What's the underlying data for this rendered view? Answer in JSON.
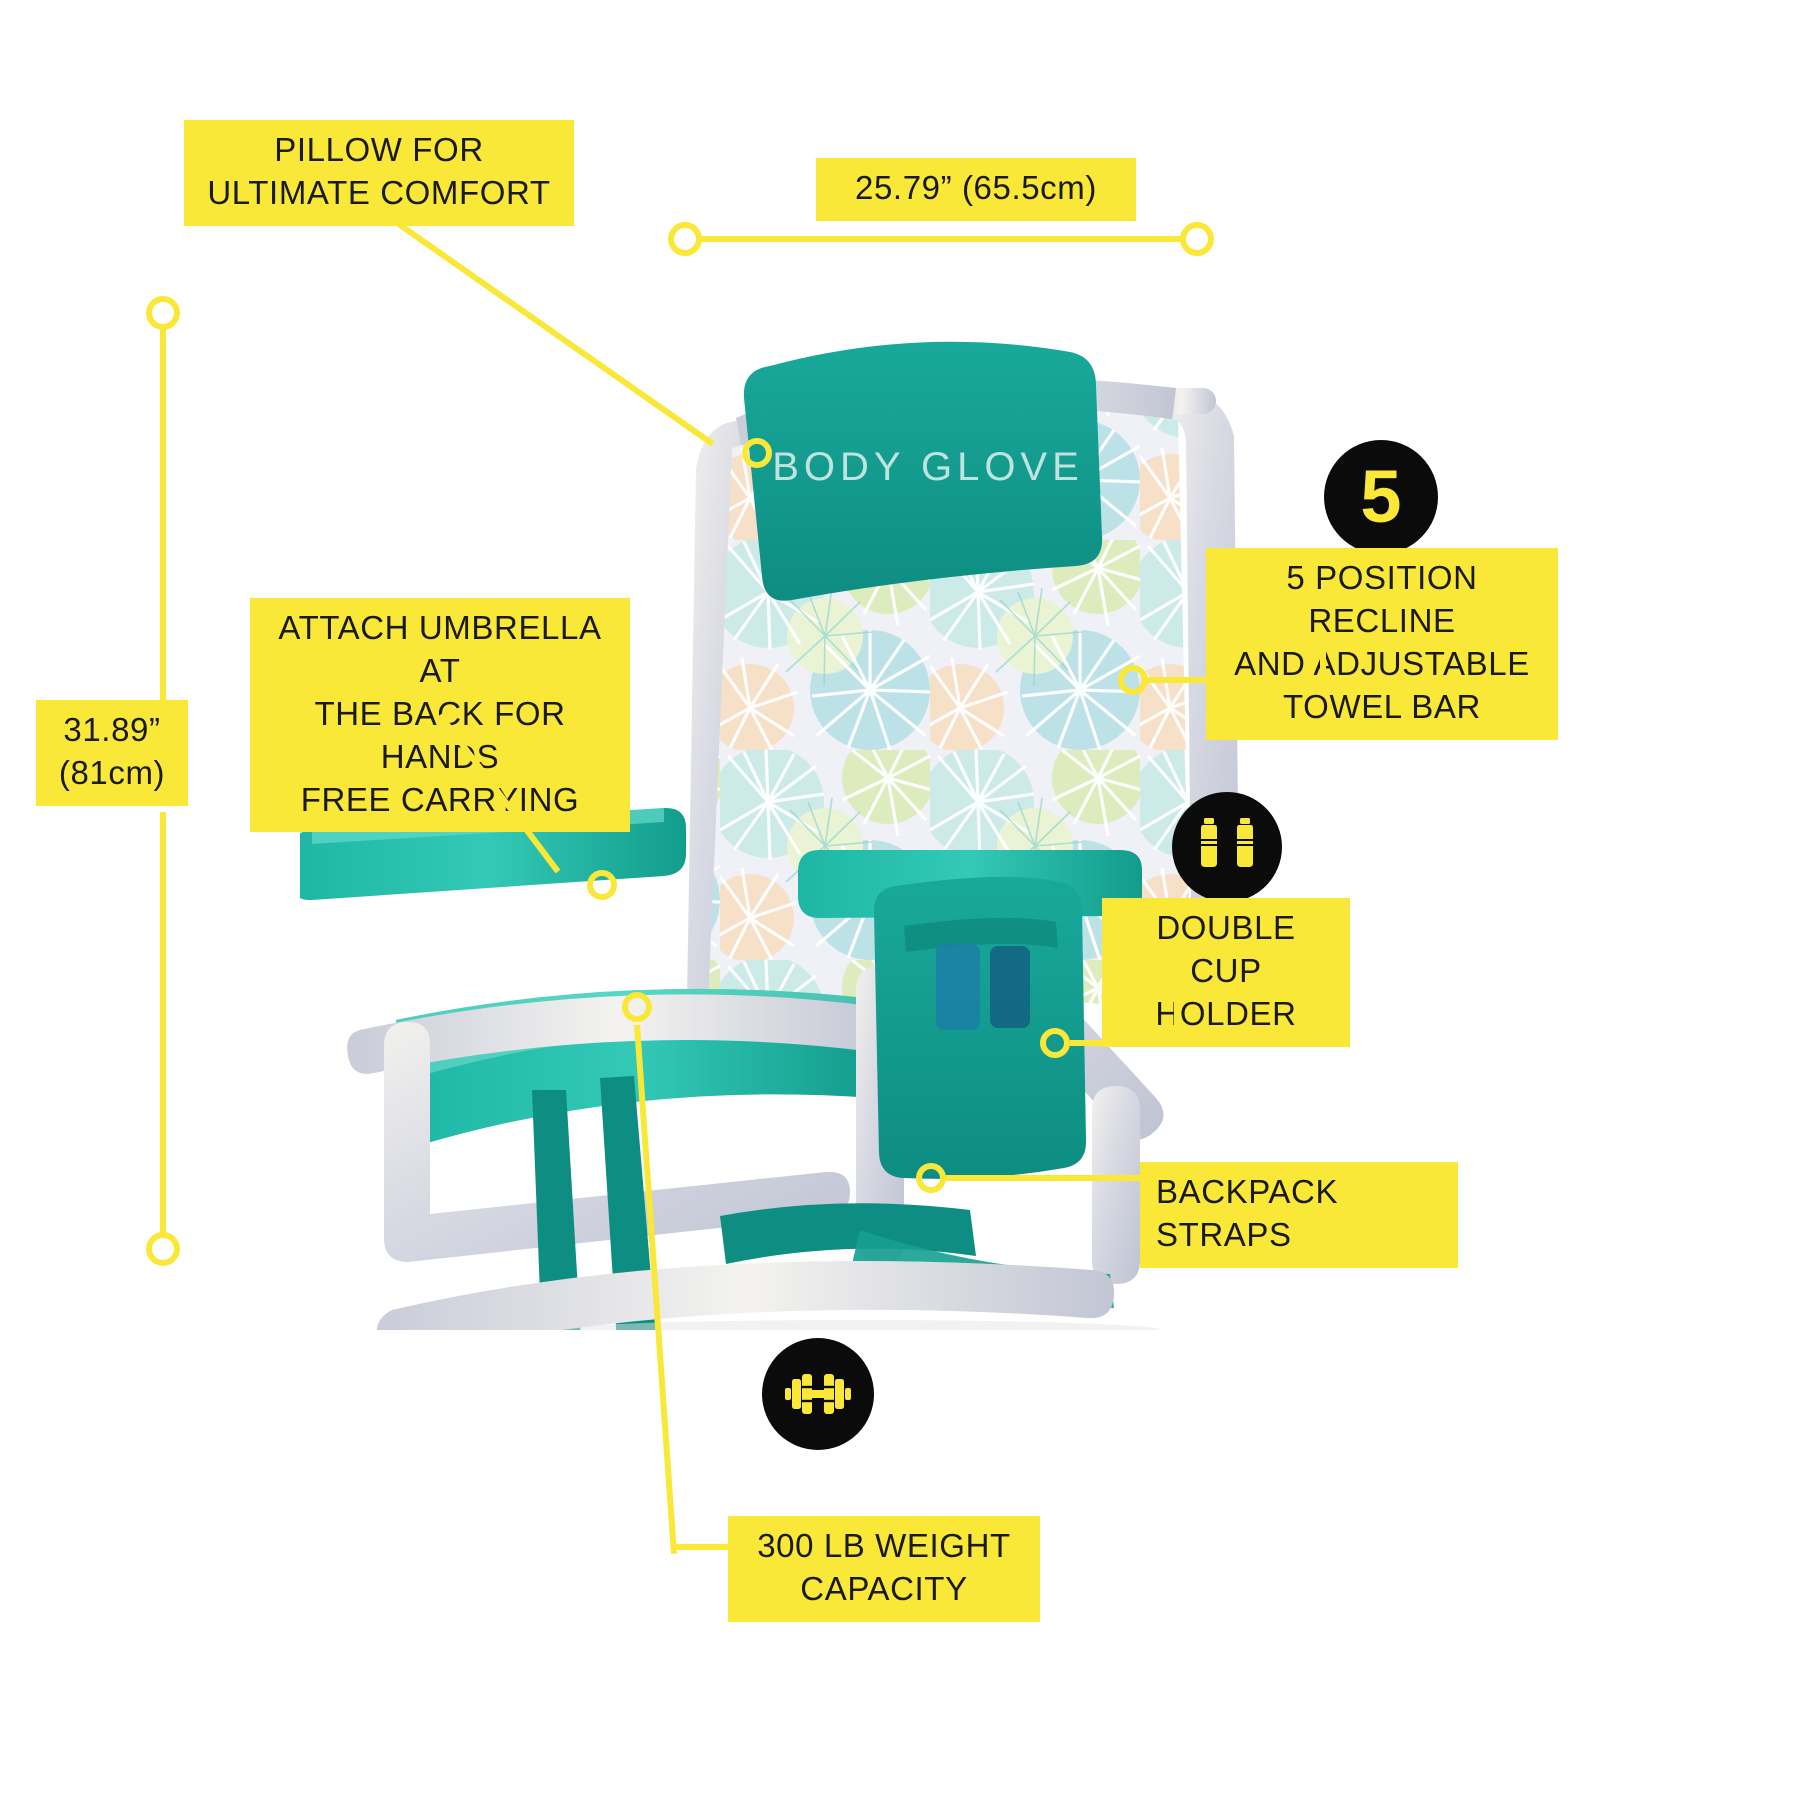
{
  "product": {
    "brand": "BODY GLOVE",
    "type": "backpack beach chair",
    "body_color": "#16A091",
    "frame_color": "#D9DCE4",
    "pattern": "tropical palm leaf print"
  },
  "theme": {
    "accent": "#FAE838",
    "badge_bg": "#0B0B0B",
    "text": "#1a1a1a",
    "background": "#FFFFFF"
  },
  "dimensions": {
    "width_label": "25.79” (65.5cm)",
    "height_label": "31.89”\n(81cm)"
  },
  "callouts": [
    {
      "id": "pillow",
      "text": "PILLOW FOR\nULTIMATE COMFORT"
    },
    {
      "id": "umbrella",
      "text": "ATTACH UMBRELLA AT\nTHE BACK FOR HANDS\nFREE CARRYING"
    },
    {
      "id": "recline",
      "text": "5 POSITION RECLINE\nAND ADJUSTABLE\nTOWEL BAR"
    },
    {
      "id": "cupholder",
      "text": "DOUBLE CUP\nHOLDER"
    },
    {
      "id": "straps",
      "text": "BACKPACK STRAPS"
    },
    {
      "id": "weight",
      "text": "300 LB WEIGHT CAPACITY"
    }
  ],
  "badges": [
    {
      "id": "recline-count",
      "kind": "number",
      "value": "5"
    },
    {
      "id": "cup-holder",
      "kind": "icon",
      "icon": "two-bottles-icon"
    },
    {
      "id": "weight-cap",
      "kind": "icon",
      "icon": "dumbbell-icon"
    }
  ]
}
